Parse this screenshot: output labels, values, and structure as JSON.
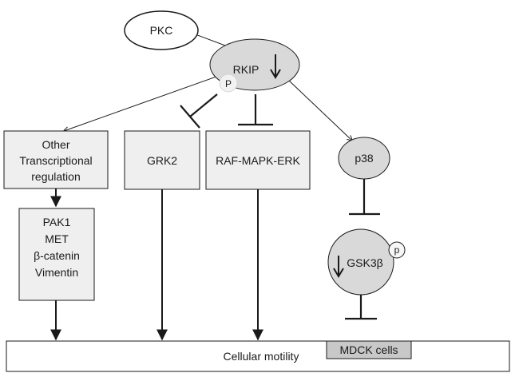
{
  "nodes": {
    "pkc": "PKC",
    "rkip": "RKIP",
    "rkip_phospho": "P",
    "transcription": [
      "Other",
      "Transcriptional",
      "regulation"
    ],
    "grk2": "GRK2",
    "raf": "RAF-MAPK-ERK",
    "p38": "p38",
    "targets": [
      "PAK1",
      "MET",
      "β-catenin",
      "Vimentin"
    ],
    "gsk3b": "GSK3β",
    "gsk3b_phospho": "p",
    "motility": "Cellular motility",
    "mdck": "MDCK cells"
  },
  "colors": {
    "box_fill": "#efefef",
    "oval_fill": "#d9d9d9",
    "mdck_fill": "#c8c8c8",
    "stroke": "#1a1a1a"
  },
  "icons": {
    "rkip_indicator": "arrow-down-icon",
    "gsk3b_indicator": "arrow-down-icon"
  }
}
